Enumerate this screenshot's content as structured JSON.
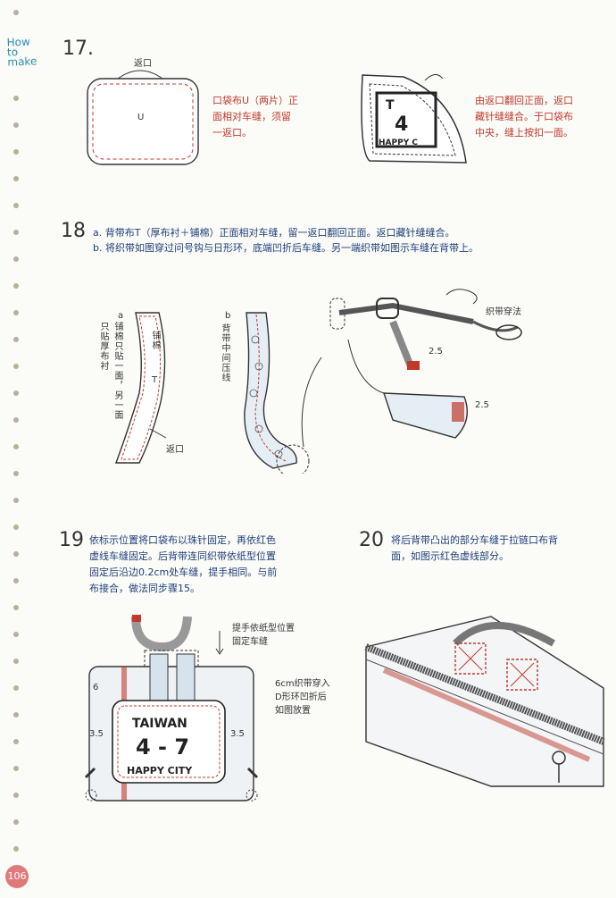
{
  "brand": {
    "line1": "How",
    "line2": "to",
    "line3": "make"
  },
  "page_number": "106",
  "step17": {
    "number": "17.",
    "opening_label": "返口",
    "piece_label": "U",
    "text_left": [
      "口袋布U（两片）正",
      "面相对车缝，须留",
      "一返口。"
    ],
    "text_right": [
      "由返口翻回正面，返口",
      "藏针缝缝合。于口袋布",
      "中央，缝上按扣一面。"
    ],
    "patch_letters": "T",
    "patch_number": "4",
    "patch_text": "HAPPY C"
  },
  "step18": {
    "number": "18",
    "line_a": "a. 背带布T（厚布衬＋铺棉）正面相对车缝，留一返口翻回正面。返口藏针缝缝合。",
    "line_b": "b. 将织带如图穿过问号钩与日形环，底端凹折后车缝。另一端织带如图示车缝在背带上。",
    "label_a": "a",
    "vert_a1": "只贴厚布衬",
    "vert_a2": "铺棉只贴一面，另一面",
    "vert_a3": "铺棉",
    "piece_T": "T",
    "opening": "返口",
    "label_b": "b",
    "vert_b": "背带中间压线",
    "webbing_label": "织带穿法",
    "dim1": "2.5",
    "dim2": "2.5"
  },
  "step19": {
    "number": "19",
    "text": [
      "依标示位置将口袋布以珠针固定，再依红色",
      "虚线车缝固定。后背带连同织带依纸型位置",
      "固定后沿边0.2cm处车缝，提手相同。与前",
      "布接合，做法同步骤15。"
    ],
    "handle_note": [
      "提手依纸型位置",
      "固定车缝"
    ],
    "webbing_note": [
      "6cm织带穿入",
      "D形环凹折后",
      "如图放置"
    ],
    "dim_left": "3.5",
    "dim_right": "3.5",
    "dim_top": "6",
    "patch_top": "TAIWAN",
    "patch_mid": "4 - 7",
    "patch_bottom": "HAPPY CITY"
  },
  "step20": {
    "number": "20",
    "text": [
      "将后背带凸出的部分车缝于拉链口布背",
      "面，如图示红色虚线部分。"
    ]
  }
}
